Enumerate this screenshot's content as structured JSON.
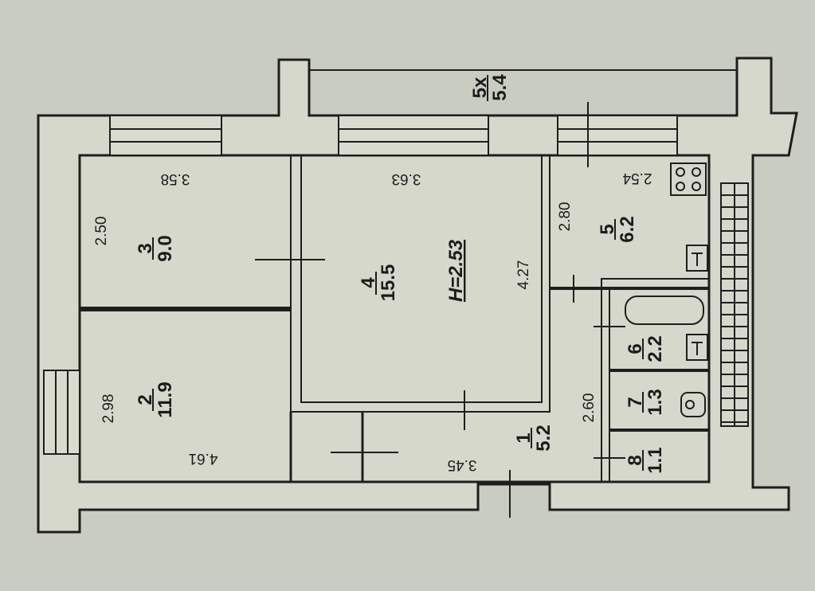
{
  "plan": {
    "balcony": {
      "number": "5x",
      "area": "5.4"
    },
    "rooms": [
      {
        "number": "3",
        "area": "9.0",
        "length": "3.58",
        "width": "2.50"
      },
      {
        "number": "2",
        "area": "11.9",
        "length": "4.61",
        "width": "2.98"
      },
      {
        "number": "4",
        "area": "15.5",
        "length": "3.63",
        "width": "4.27",
        "height": "H=2.53"
      },
      {
        "number": "5",
        "area": "6.2",
        "length": "2.54",
        "width": "2.80"
      },
      {
        "number": "6",
        "area": "2.2"
      },
      {
        "number": "7",
        "area": "1.3"
      },
      {
        "number": "8",
        "area": "1.1"
      },
      {
        "number": "1",
        "area": "5.2",
        "length": "3.45",
        "width": "2.60"
      }
    ]
  }
}
